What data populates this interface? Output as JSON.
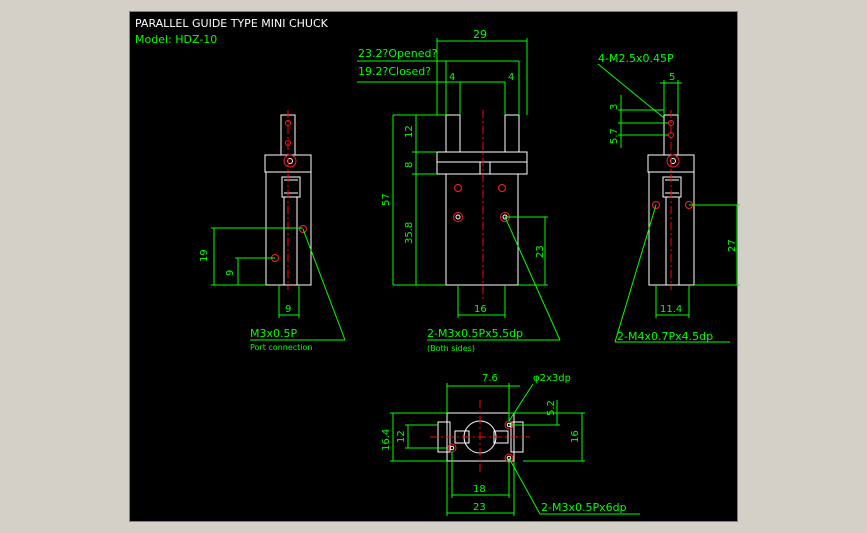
{
  "title": {
    "main": "PARALLEL GUIDE TYPE MINI CHUCK",
    "model": "Model: HDZ-10"
  },
  "colors": {
    "background": "#000000",
    "outline": "#ffffff",
    "dimension": "#00ff00",
    "center_line": "#ff0000",
    "hole": "#ff2020",
    "text_white": "#ffffff",
    "text_green": "#00ff00"
  },
  "front_view": {
    "dims": {
      "width_top": "29",
      "finger_left": "4",
      "finger_right": "4",
      "opened": "23.2?Opened?",
      "closed": "19.2?Closed?",
      "finger_h": "12",
      "plate_h": "8",
      "total_h": "57",
      "body_h": "35.8",
      "hole_h": "23",
      "hole_pitch": "16"
    },
    "callout": "2-M3x0.5Px5.5dp",
    "callout_note": "(Both sides)"
  },
  "left_view": {
    "dims": {
      "h19": "19",
      "h9": "9",
      "w9": "9"
    },
    "callout": "M3x0.5P",
    "callout_note": "Port connection"
  },
  "right_view": {
    "dims": {
      "top_tap": "4-M2.5x0.45P",
      "w5": "5",
      "h3": "3",
      "h57": "5.7",
      "h27": "27",
      "w114": "11.4"
    },
    "callout": "2-M4x0.7Px4.5dp"
  },
  "bottom_view": {
    "dims": {
      "w76": "7.6",
      "hole": "φ2x3dp",
      "h52": "5.2",
      "h164": "16.4",
      "h12": "12",
      "h16": "16",
      "w18": "18",
      "w23": "23"
    },
    "callout": "2-M3x0.5Px6dp"
  }
}
